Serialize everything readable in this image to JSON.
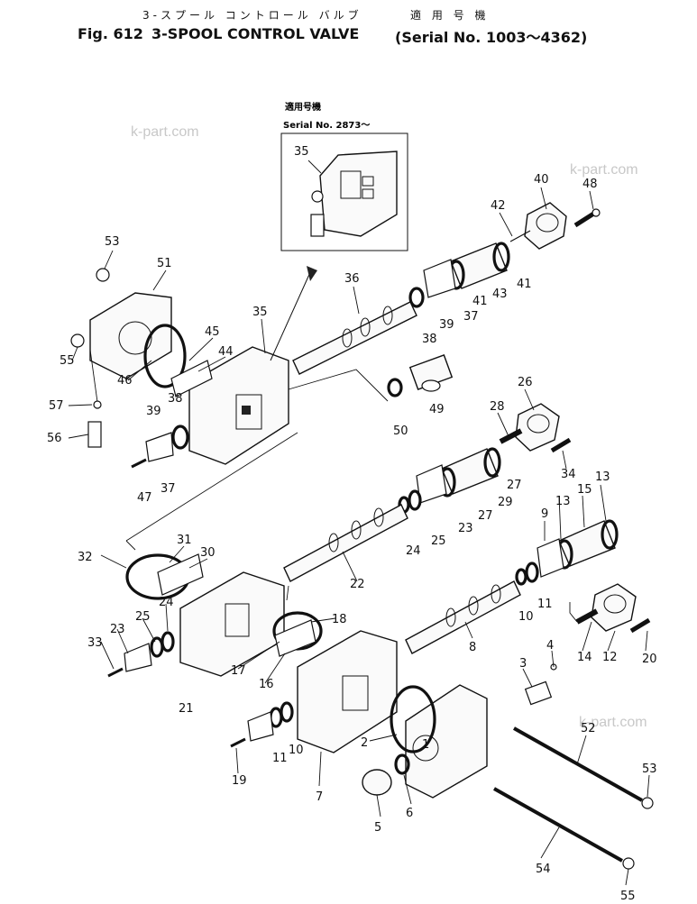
{
  "title": {
    "japanese": "3-スプール コントロール バルブ",
    "japanese_serial": "適 用 号 機",
    "fig_label": "Fig. 612",
    "name": "3-SPOOL CONTROL VALVE",
    "serial_range": "(Serial No. 1003～4362)"
  },
  "inset": {
    "japanese": "適用号機",
    "serial": "Serial No. 2873～",
    "part": "35"
  },
  "watermark": "k-part.com",
  "callouts": [
    "1",
    "2",
    "3",
    "4",
    "5",
    "6",
    "7",
    "8",
    "9",
    "10",
    "10",
    "11",
    "11",
    "12",
    "13",
    "13",
    "14",
    "15",
    "16",
    "17",
    "18",
    "19",
    "20",
    "21",
    "22",
    "23",
    "23",
    "24",
    "24",
    "25",
    "25",
    "26",
    "27",
    "27",
    "28",
    "29",
    "30",
    "31",
    "32",
    "33",
    "34",
    "35",
    "36",
    "37",
    "37",
    "38",
    "38",
    "39",
    "39",
    "40",
    "41",
    "41",
    "42",
    "43",
    "44",
    "45",
    "46",
    "47",
    "48",
    "49",
    "50",
    "51",
    "52",
    "53",
    "53",
    "54",
    "55",
    "55",
    "56",
    "57"
  ],
  "icons": [
    "valve-section-icon",
    "spool-icon",
    "seal-ring-icon",
    "bolt-icon",
    "cap-icon",
    "bellows-icon",
    "tie-rod-icon"
  ]
}
